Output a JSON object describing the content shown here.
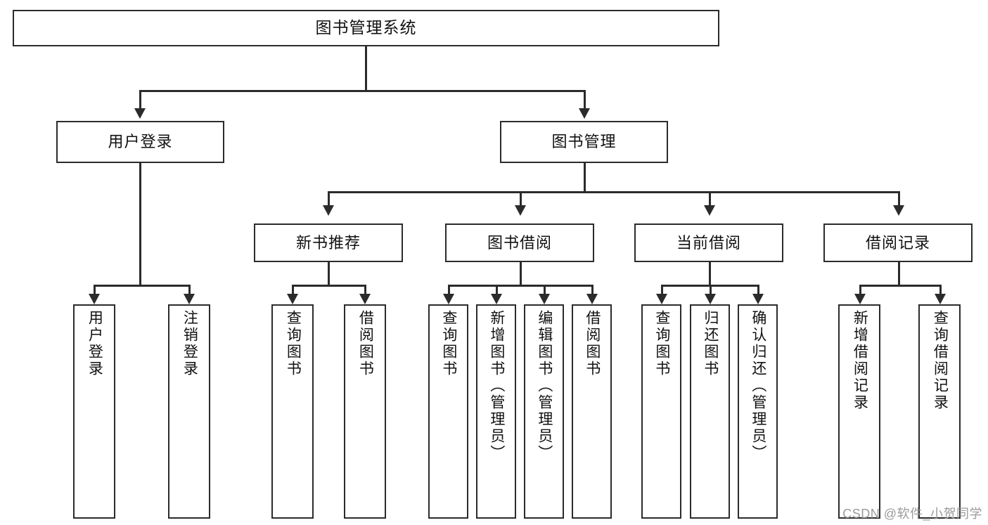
{
  "diagram": {
    "type": "tree",
    "title": "图书管理系统",
    "watermark": "CSDN @软件_小贺同学",
    "root": {
      "label": "图书管理系统"
    },
    "level2": [
      {
        "label": "用户登录"
      },
      {
        "label": "图书管理"
      }
    ],
    "level3": [
      {
        "label": "新书推荐"
      },
      {
        "label": "图书借阅"
      },
      {
        "label": "当前借阅"
      },
      {
        "label": "借阅记录"
      }
    ],
    "leaves": {
      "user_login": [
        {
          "label": "用户登录"
        },
        {
          "label": "注销登录"
        }
      ],
      "new_book_recommend": [
        {
          "label": "查询图书"
        },
        {
          "label": "借阅图书"
        }
      ],
      "book_borrow": [
        {
          "label": "查询图书"
        },
        {
          "label": "新增图书（管理员）"
        },
        {
          "label": "编辑图书（管理员）"
        },
        {
          "label": "借阅图书"
        }
      ],
      "current_borrow": [
        {
          "label": "查询图书"
        },
        {
          "label": "归还图书"
        },
        {
          "label": "确认归还（管理员）"
        }
      ],
      "borrow_record": [
        {
          "label": "新增借阅记录"
        },
        {
          "label": "查询借阅记录"
        }
      ]
    },
    "colors": {
      "stroke": "#2b2b2b",
      "fill": "#ffffff",
      "text": "#111111",
      "watermark": "#9a9a9a"
    }
  }
}
